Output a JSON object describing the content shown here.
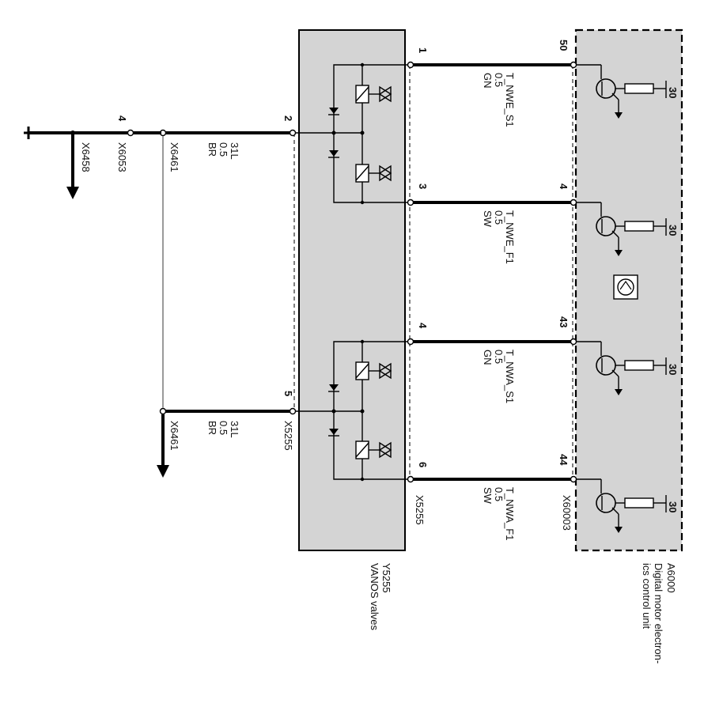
{
  "control_unit": {
    "id": "A6000",
    "description_line1": "Digital motor electron-",
    "description_line2": "ics control unit",
    "connector": "X60003",
    "supply_label": "30"
  },
  "valve_block": {
    "id": "Y5255",
    "description": "VANOS valves",
    "connector": "X5255"
  },
  "signal_wires": [
    {
      "ecu_pin": "50",
      "valve_pin": "1",
      "name": "T_NWE_S1",
      "size": "0.5",
      "color": "GN"
    },
    {
      "ecu_pin": "4",
      "valve_pin": "3",
      "name": "T_NWE_F1",
      "size": "0.5",
      "color": "SW"
    },
    {
      "ecu_pin": "43",
      "valve_pin": "4",
      "name": "T_NWA_S1",
      "size": "0.5",
      "color": "GN"
    },
    {
      "ecu_pin": "44",
      "valve_pin": "6",
      "name": "T_NWA_F1",
      "size": "0.5",
      "color": "SW"
    }
  ],
  "ground_wires": [
    {
      "valve_pin": "2",
      "name": "31L",
      "size": "0.5",
      "color": "BR",
      "splice": "X6461"
    },
    {
      "valve_pin": "5",
      "name": "31L",
      "size": "0.5",
      "color": "BR",
      "splice": "X6461"
    }
  ],
  "ground_connectors": {
    "connector_a": "X6053",
    "connector_a_pin": "4",
    "connector_b": "X6458"
  }
}
